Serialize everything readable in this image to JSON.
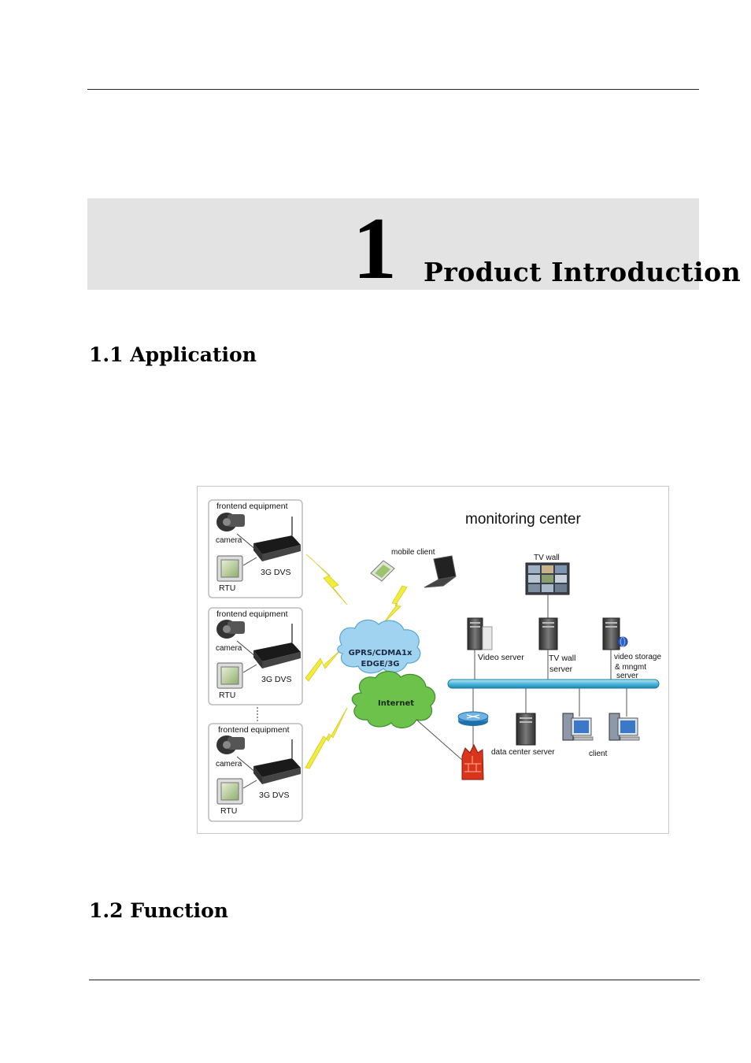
{
  "chapter": {
    "number": "1",
    "title": "Product  Introduction"
  },
  "sections": [
    {
      "heading": "1.1 Application"
    },
    {
      "heading": "1.2 Function"
    }
  ],
  "diagram": {
    "title": "monitoring center",
    "frontend_groups": [
      {
        "label": "frontend equipment",
        "camera": "camera",
        "dvs": "3G DVS",
        "rtu": "RTU"
      },
      {
        "label": "frontend equipment",
        "camera": "camera",
        "dvs": "3G DVS",
        "rtu": "RTU"
      },
      {
        "label": "frontend equipment",
        "camera": "camera",
        "dvs": "3G DVS",
        "rtu": "RTU"
      }
    ],
    "clouds": {
      "wireless_line1": "GPRS/CDMA1x",
      "wireless_line2": "EDGE/3G",
      "internet": "Internet"
    },
    "labels": {
      "mobile_client": "mobile client",
      "tv_wall": "TV wall",
      "video_server": "Video server",
      "tv_wall_server_line1": "TV wall",
      "tv_wall_server_line2": "server",
      "storage_line1": "video storage",
      "storage_line2": "& mngmt",
      "storage_line3": "server",
      "data_center_server": "data center server",
      "client": "client"
    },
    "colors": {
      "bus": "#5bc0de",
      "wireless_cloud": "#9fd3f0",
      "internet_cloud": "#6cc24a",
      "lightning": "#f2ec3a",
      "firewall": "#d9341c"
    }
  }
}
